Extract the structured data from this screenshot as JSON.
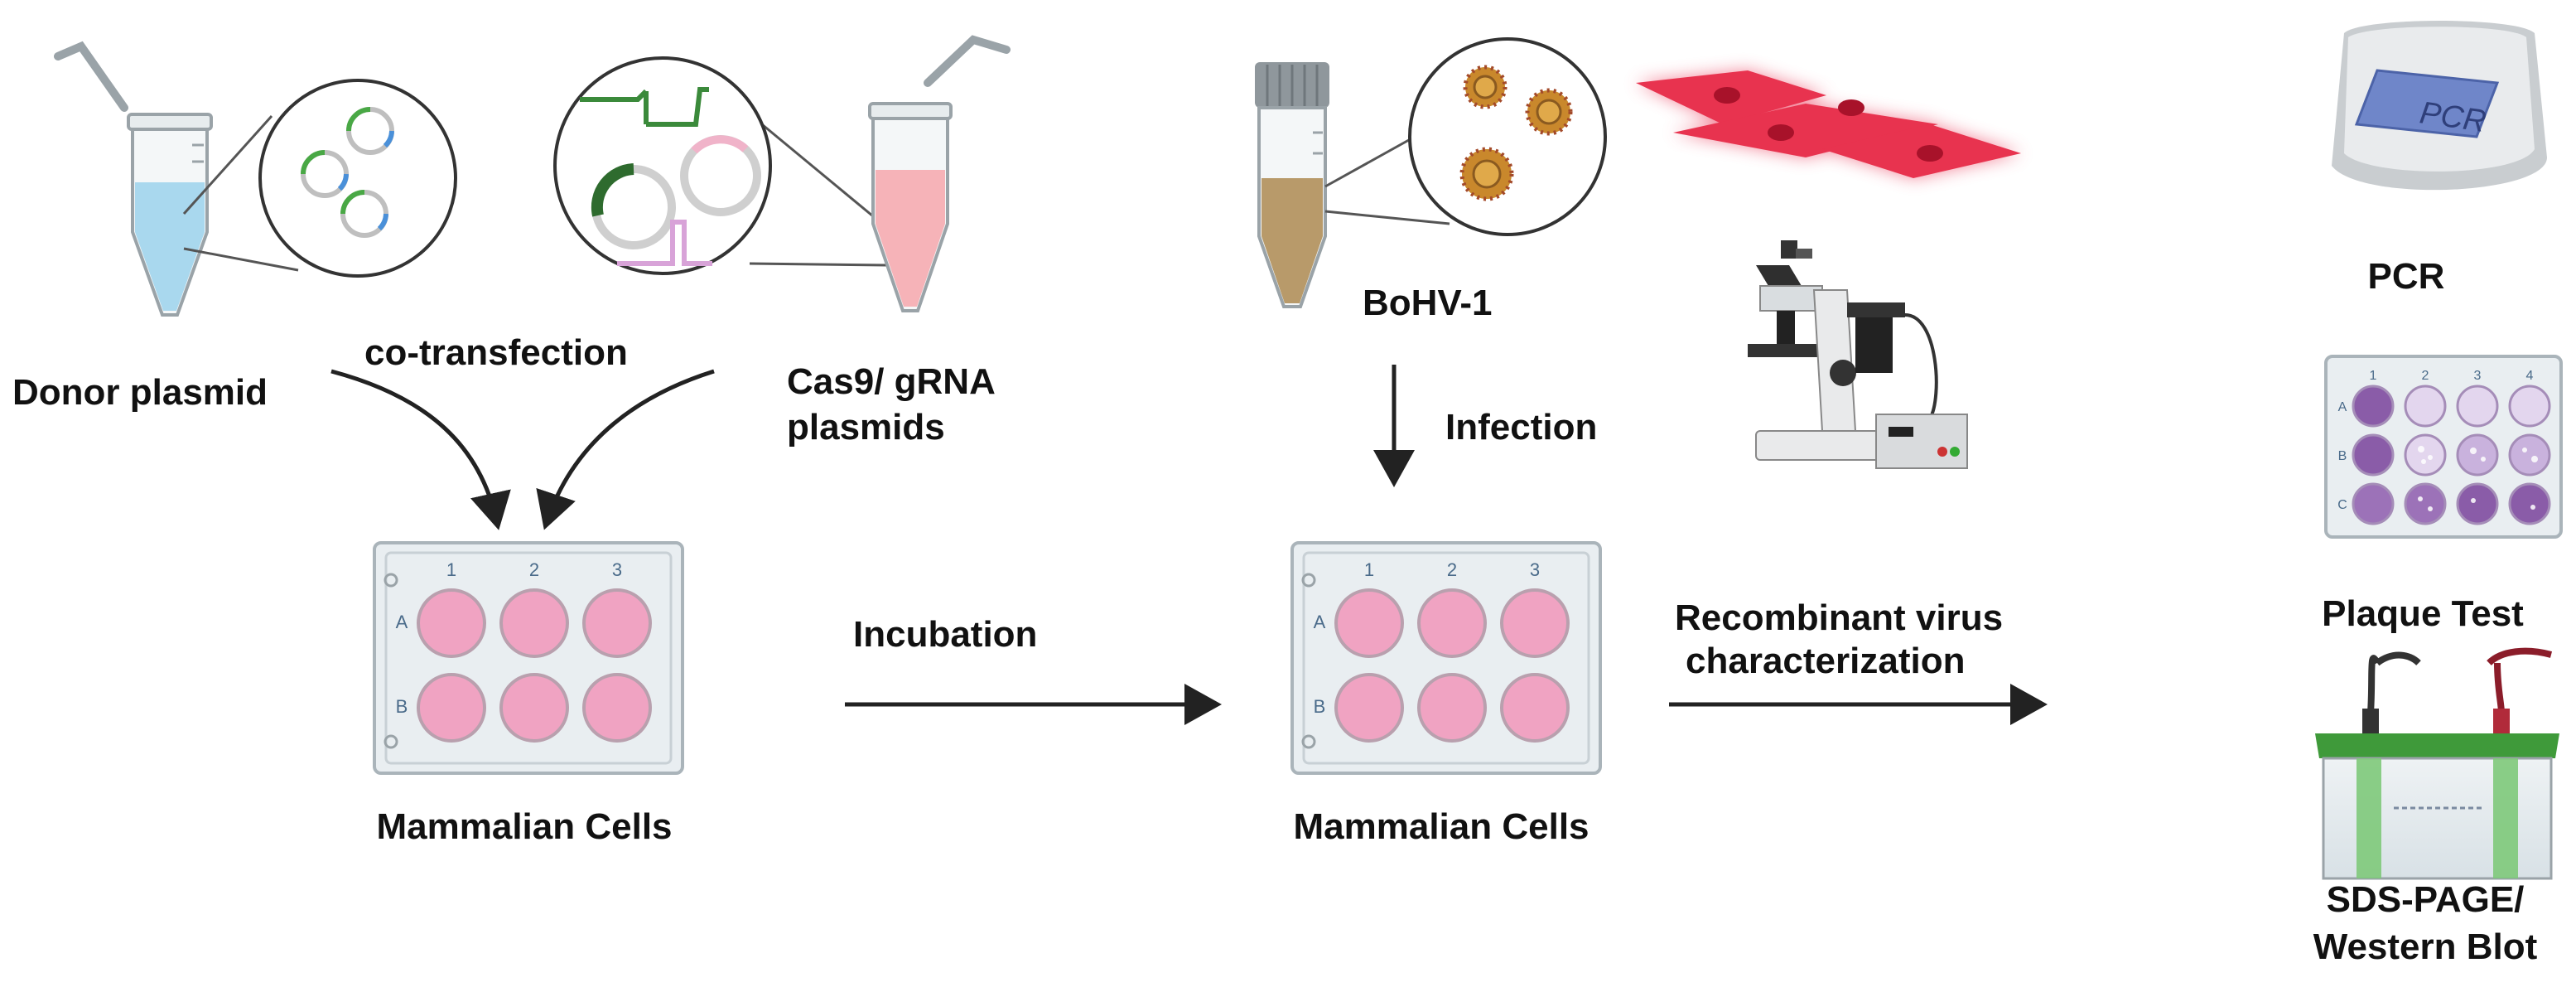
{
  "labels": {
    "donor_plasmid": "Donor plasmid",
    "co_transfection": "co-transfection",
    "cas9_line1": "Cas9/ gRNA",
    "cas9_line2": "plasmids",
    "bohv1": "BoHV-1",
    "infection": "Infection",
    "incubation": "Incubation",
    "recombinant_line1": "Recombinant virus",
    "recombinant_line2": "characterization",
    "mammalian_cells_1": "Mammalian Cells",
    "mammalian_cells_2": "Mammalian Cells",
    "pcr": "PCR",
    "plaque_test": "Plaque Test",
    "sds_line1": "SDS-PAGE/",
    "sds_line2": "Western Blot"
  },
  "plate": {
    "columns": [
      "1",
      "2",
      "3"
    ],
    "rows": [
      "A",
      "B"
    ]
  },
  "plaque_plate": {
    "columns": [
      "1",
      "2",
      "3",
      "4"
    ],
    "rows": [
      "A",
      "B",
      "C"
    ]
  },
  "pcr_device_text": "PCR",
  "colors": {
    "donor_liquid": "#a9d8ee",
    "cas9_liquid": "#f6b3b8",
    "virus_liquid": "#b89a6a",
    "well_pink": "#f0a3c2",
    "cell_red": "#e8334f",
    "arrow": "#222222",
    "plaque_purple": "#8a5ca8",
    "gel_green": "#3f9a3a"
  }
}
